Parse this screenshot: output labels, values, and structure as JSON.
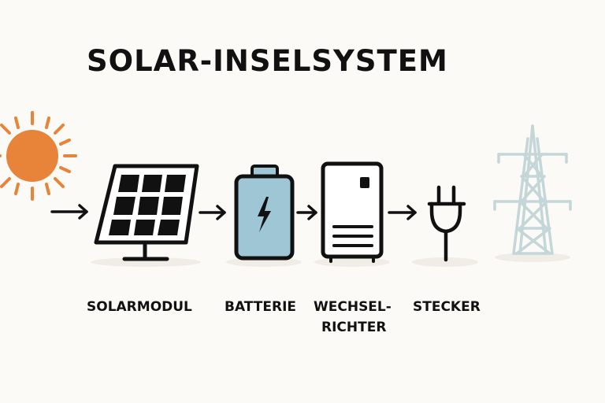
{
  "title": "SOLAR-INSELSYSTEM",
  "labels": {
    "solarmodul": "SOLARMODUL",
    "batterie": "BATTERIE",
    "wechselrichter_line1": "WECHSEL-",
    "wechselrichter_line2": "RICHTER",
    "stecker": "STECKER"
  },
  "icons": [
    "sun-icon",
    "solar-panel-icon",
    "battery-icon",
    "inverter-icon",
    "plug-icon",
    "power-tower-icon"
  ],
  "colors": {
    "sun": "#e8843a",
    "battery_fill": "#9fc6d4",
    "tower": "#c5d6d8",
    "outline": "#111111"
  }
}
